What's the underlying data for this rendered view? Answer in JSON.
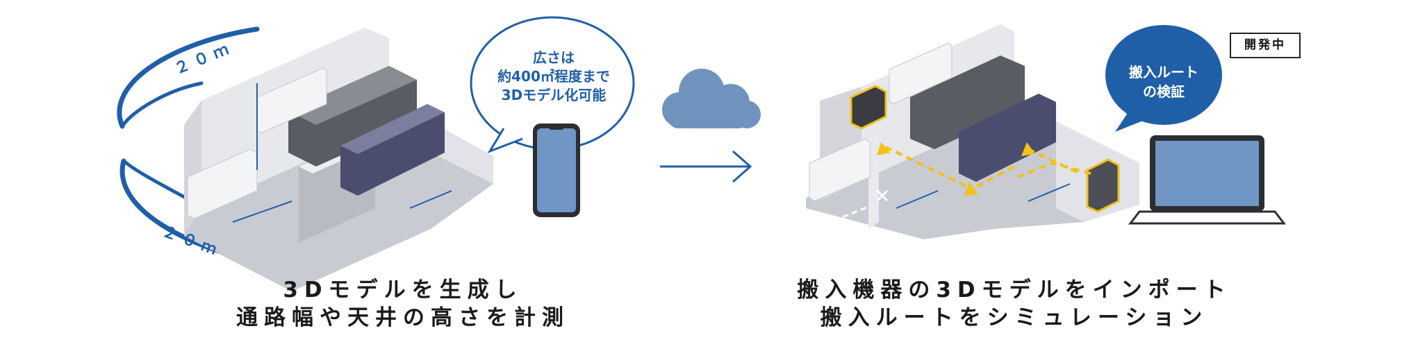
{
  "left_panel": {
    "dimension_top": "２０ｍ",
    "dimension_bottom": "２０ｍ",
    "bubble_lines": [
      "広さは",
      "約400㎡程度まで",
      "3Dモデル化可能"
    ],
    "caption_lines": [
      "3Dモデルを生成し",
      "通路幅や天井の高さを計測"
    ]
  },
  "right_panel": {
    "badge": "開発中",
    "bubble_lines": [
      "搬入ルート",
      "の検証"
    ],
    "caption_lines": [
      "搬入機器の3Dモデルをインポート",
      "搬入ルートをシミュレーション"
    ]
  },
  "colors": {
    "accent_blue": "#1f5fa8",
    "cloud_blue": "#6f93bd",
    "screen_blue": "#6f96c4",
    "floor_gray": "#c9cbd3",
    "wall_gray": "#e4e5ea",
    "route_yellow": "#f2c21a"
  },
  "icons": [
    "smartphone-icon",
    "cloud-icon",
    "arrow-right-icon",
    "laptop-icon",
    "server-rack-icon"
  ]
}
